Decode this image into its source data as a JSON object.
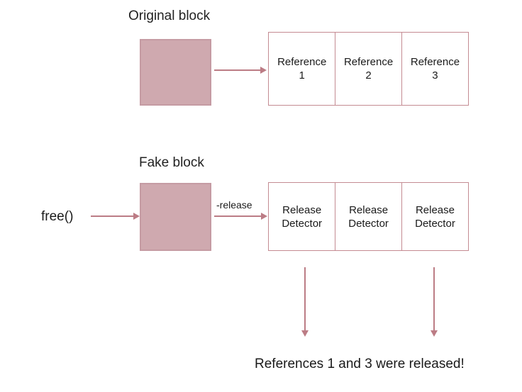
{
  "diagram": {
    "sections": {
      "original": {
        "title": "Original block",
        "block_label": "",
        "boxes": [
          {
            "line1": "Reference",
            "line2": "1"
          },
          {
            "line1": "Reference",
            "line2": "2"
          },
          {
            "line1": "Reference",
            "line2": "3"
          }
        ]
      },
      "fake": {
        "title": "Fake block",
        "block_label": "",
        "boxes": [
          {
            "line1": "Release",
            "line2": "Detector"
          },
          {
            "line1": "Release",
            "line2": "Detector"
          },
          {
            "line1": "Release",
            "line2": "Detector"
          }
        ]
      }
    },
    "labels": {
      "free_call": "free()",
      "release_message": "-release",
      "result_caption": "References 1 and 3 were released!"
    },
    "colors": {
      "block_fill": "#cfa9af",
      "block_border": "#c59ba3",
      "box_border": "#c48b92",
      "arrow": "#bc7c85",
      "text": "#1a1a1a",
      "background": "#ffffff"
    }
  }
}
